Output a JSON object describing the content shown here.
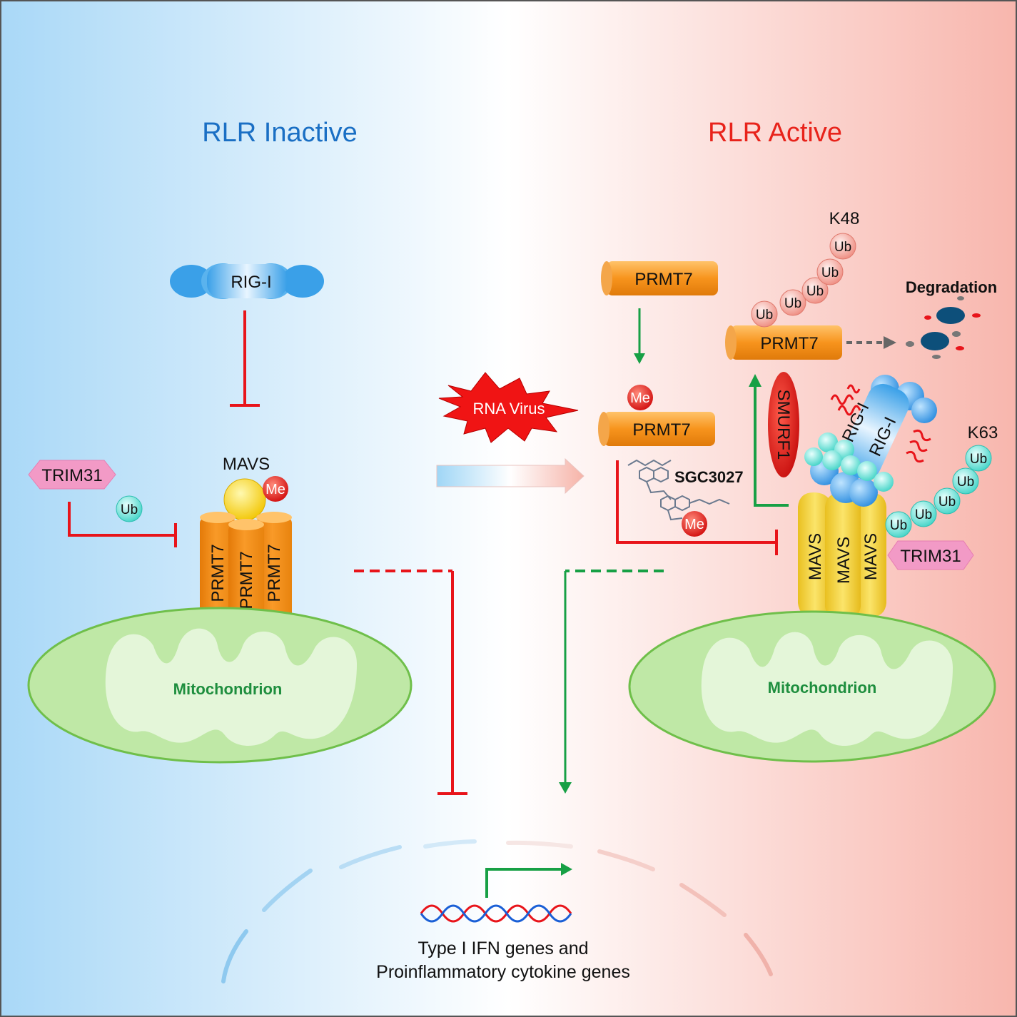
{
  "titles": {
    "inactive": "RLR Inactive",
    "active": "RLR Active"
  },
  "labels": {
    "rig_i": "RIG-I",
    "trim31": "TRIM31",
    "ub": "Ub",
    "me": "Me",
    "mavs": "MAVS",
    "prmt7": "PRMT7",
    "mitochondrion": "Mitochondrion",
    "rna_virus": "RNA Virus",
    "sgc3027": "SGC3027",
    "smurf1": "SMURF1",
    "k48": "K48",
    "k63": "K63",
    "degradation": "Degradation",
    "genes_line1": "Type I IFN genes and",
    "genes_line2": "Proinflammatory cytokine genes"
  },
  "colors": {
    "inactive_title": "#1a6fc4",
    "active_title": "#e8231b",
    "inhibit": "#e8141a",
    "activate": "#17a045",
    "prmt7": "#f7941d",
    "mavs": "#f5d33b",
    "rig_i": "#3aa0e8",
    "trim31": "#f29ac6",
    "ub": "#6fe3da",
    "ub_k48": "#f4a39a",
    "me": "#e8141a",
    "mitochondrion": "#bfe8a6"
  }
}
